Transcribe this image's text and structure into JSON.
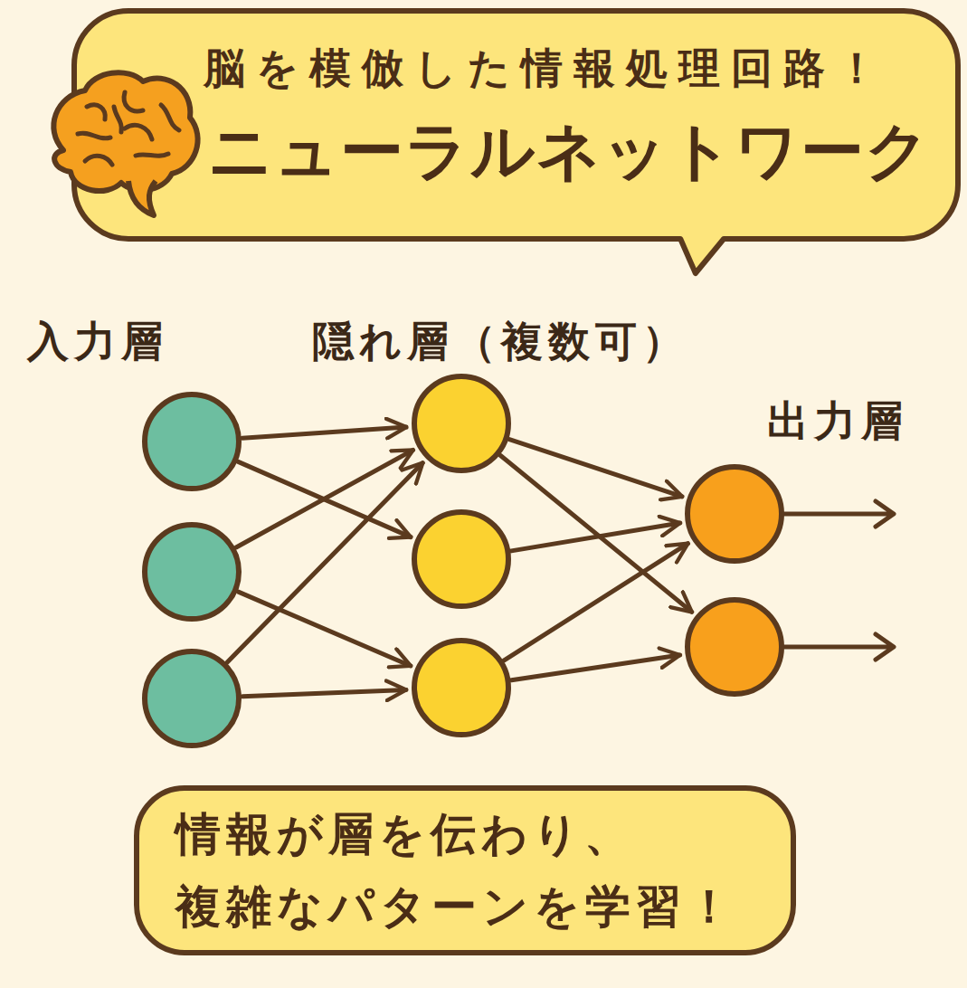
{
  "diagram": {
    "nodes": [
      {
        "text": [
          "脳を模倣した情報処理回路！",
          "ニューラルネットワーク"
        ]
      },
      {
        "text": []
      },
      {
        "text": []
      },
      {
        "text": []
      },
      {
        "text": []
      },
      {
        "text": []
      },
      {
        "text": []
      },
      {
        "text": []
      },
      {
        "text": []
      },
      {
        "text": [
          "情報が層を伝わり、 複雑なパターンを学習！"
        ]
      }
    ],
    "edges": [
      {
        "from": 1,
        "to": 4,
        "arrow": "to"
      },
      {
        "from": 1,
        "to": 5,
        "arrow": "to"
      },
      {
        "from": 2,
        "to": 4,
        "arrow": "to"
      },
      {
        "from": 2,
        "to": 6,
        "arrow": "to"
      },
      {
        "from": 3,
        "to": 4,
        "arrow": "to"
      },
      {
        "from": 3,
        "to": 6,
        "arrow": "to"
      },
      {
        "from": 4,
        "to": 7,
        "arrow": "to"
      },
      {
        "from": 4,
        "to": 8,
        "arrow": "to"
      },
      {
        "from": 5,
        "to": 7,
        "arrow": "to"
      },
      {
        "from": 6,
        "to": 7,
        "arrow": "to"
      },
      {
        "from": 6,
        "to": 8,
        "arrow": "to"
      }
    ],
    "labels": [
      "入力層",
      "隠れ層（複数可）",
      "出力層"
    ]
  }
}
